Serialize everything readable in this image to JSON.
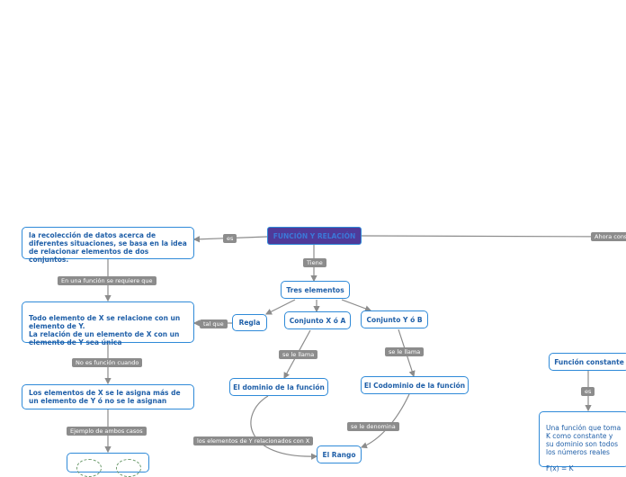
{
  "root": {
    "label": "FUNCIÓN Y RELACIÓN"
  },
  "nodes": {
    "definicion": "la recolección de datos acerca de diferentes situaciones, se basa en la idea de relacionar elementos de dos conjuntos.",
    "funcion": "Todo elemento de X se relacione con un elemento de Y.\nLa relación de un elemento de X con un elemento de Y sea única",
    "no_funcion": "Los elementos de X se le asigna más de un elemento de Y ó no se le asignan",
    "tres_elementos": "Tres elementos",
    "regla": "Regla",
    "conjunto_x": "Conjunto X ó A",
    "conjunto_y": "Conjunto Y ó B",
    "dominio": "El dominio de la función",
    "codominio": "El Codominio de la función",
    "rango": "El Rango",
    "funcion_constante": "Función constante",
    "constante_def": "Una función que toma K como constante y su dominio son todos los números reales\n\nF(x) = K"
  },
  "labels": {
    "es": "es",
    "tiene": "Tiene",
    "en_una_funcion": "En una función se requiere que",
    "tal_que": "tal que",
    "no_es_funcion": "No es función cuando",
    "ejemplo": "Ejemplo de ambos casos",
    "se_le_llama_1": "se le llama",
    "se_le_llama_2": "se le llama",
    "se_le_denomina": "se le denomina",
    "elementos_y": "los elementos de Y relacionados con X",
    "ahora_con": "Ahora cons",
    "es_2": "es"
  },
  "colors": {
    "border": "#2f8ad8",
    "text": "#1f5fa8",
    "root_fill": "#4f3a99",
    "label_fill": "#8c8c8c",
    "wire": "#8c8c8c"
  }
}
